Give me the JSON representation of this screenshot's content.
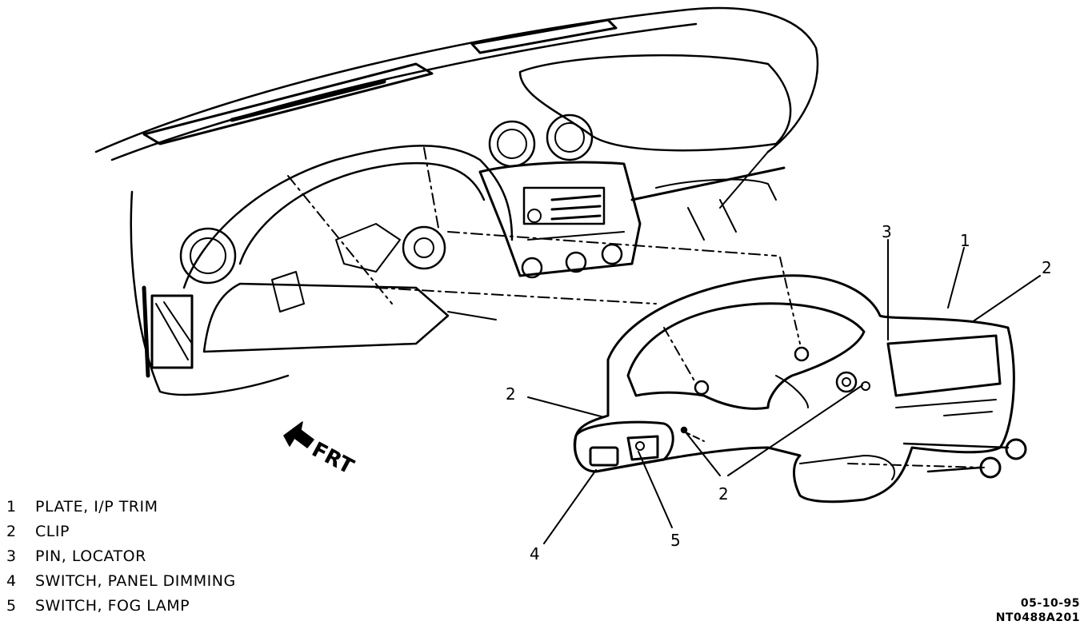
{
  "callouts": {
    "c1": "1",
    "c2a": "2",
    "c2b": "2",
    "c2c": "2",
    "c3": "3",
    "c4": "4",
    "c5": "5"
  },
  "direction_label": "FRT",
  "legend": [
    {
      "num": "1",
      "label": "PLATE, I/P TRIM"
    },
    {
      "num": "2",
      "label": "CLIP"
    },
    {
      "num": "3",
      "label": "PIN, LOCATOR"
    },
    {
      "num": "4",
      "label": "SWITCH, PANEL DIMMING"
    },
    {
      "num": "5",
      "label": "SWITCH, FOG LAMP"
    }
  ],
  "stamp": {
    "date": "05-10-95",
    "code": "NT0488A201"
  }
}
